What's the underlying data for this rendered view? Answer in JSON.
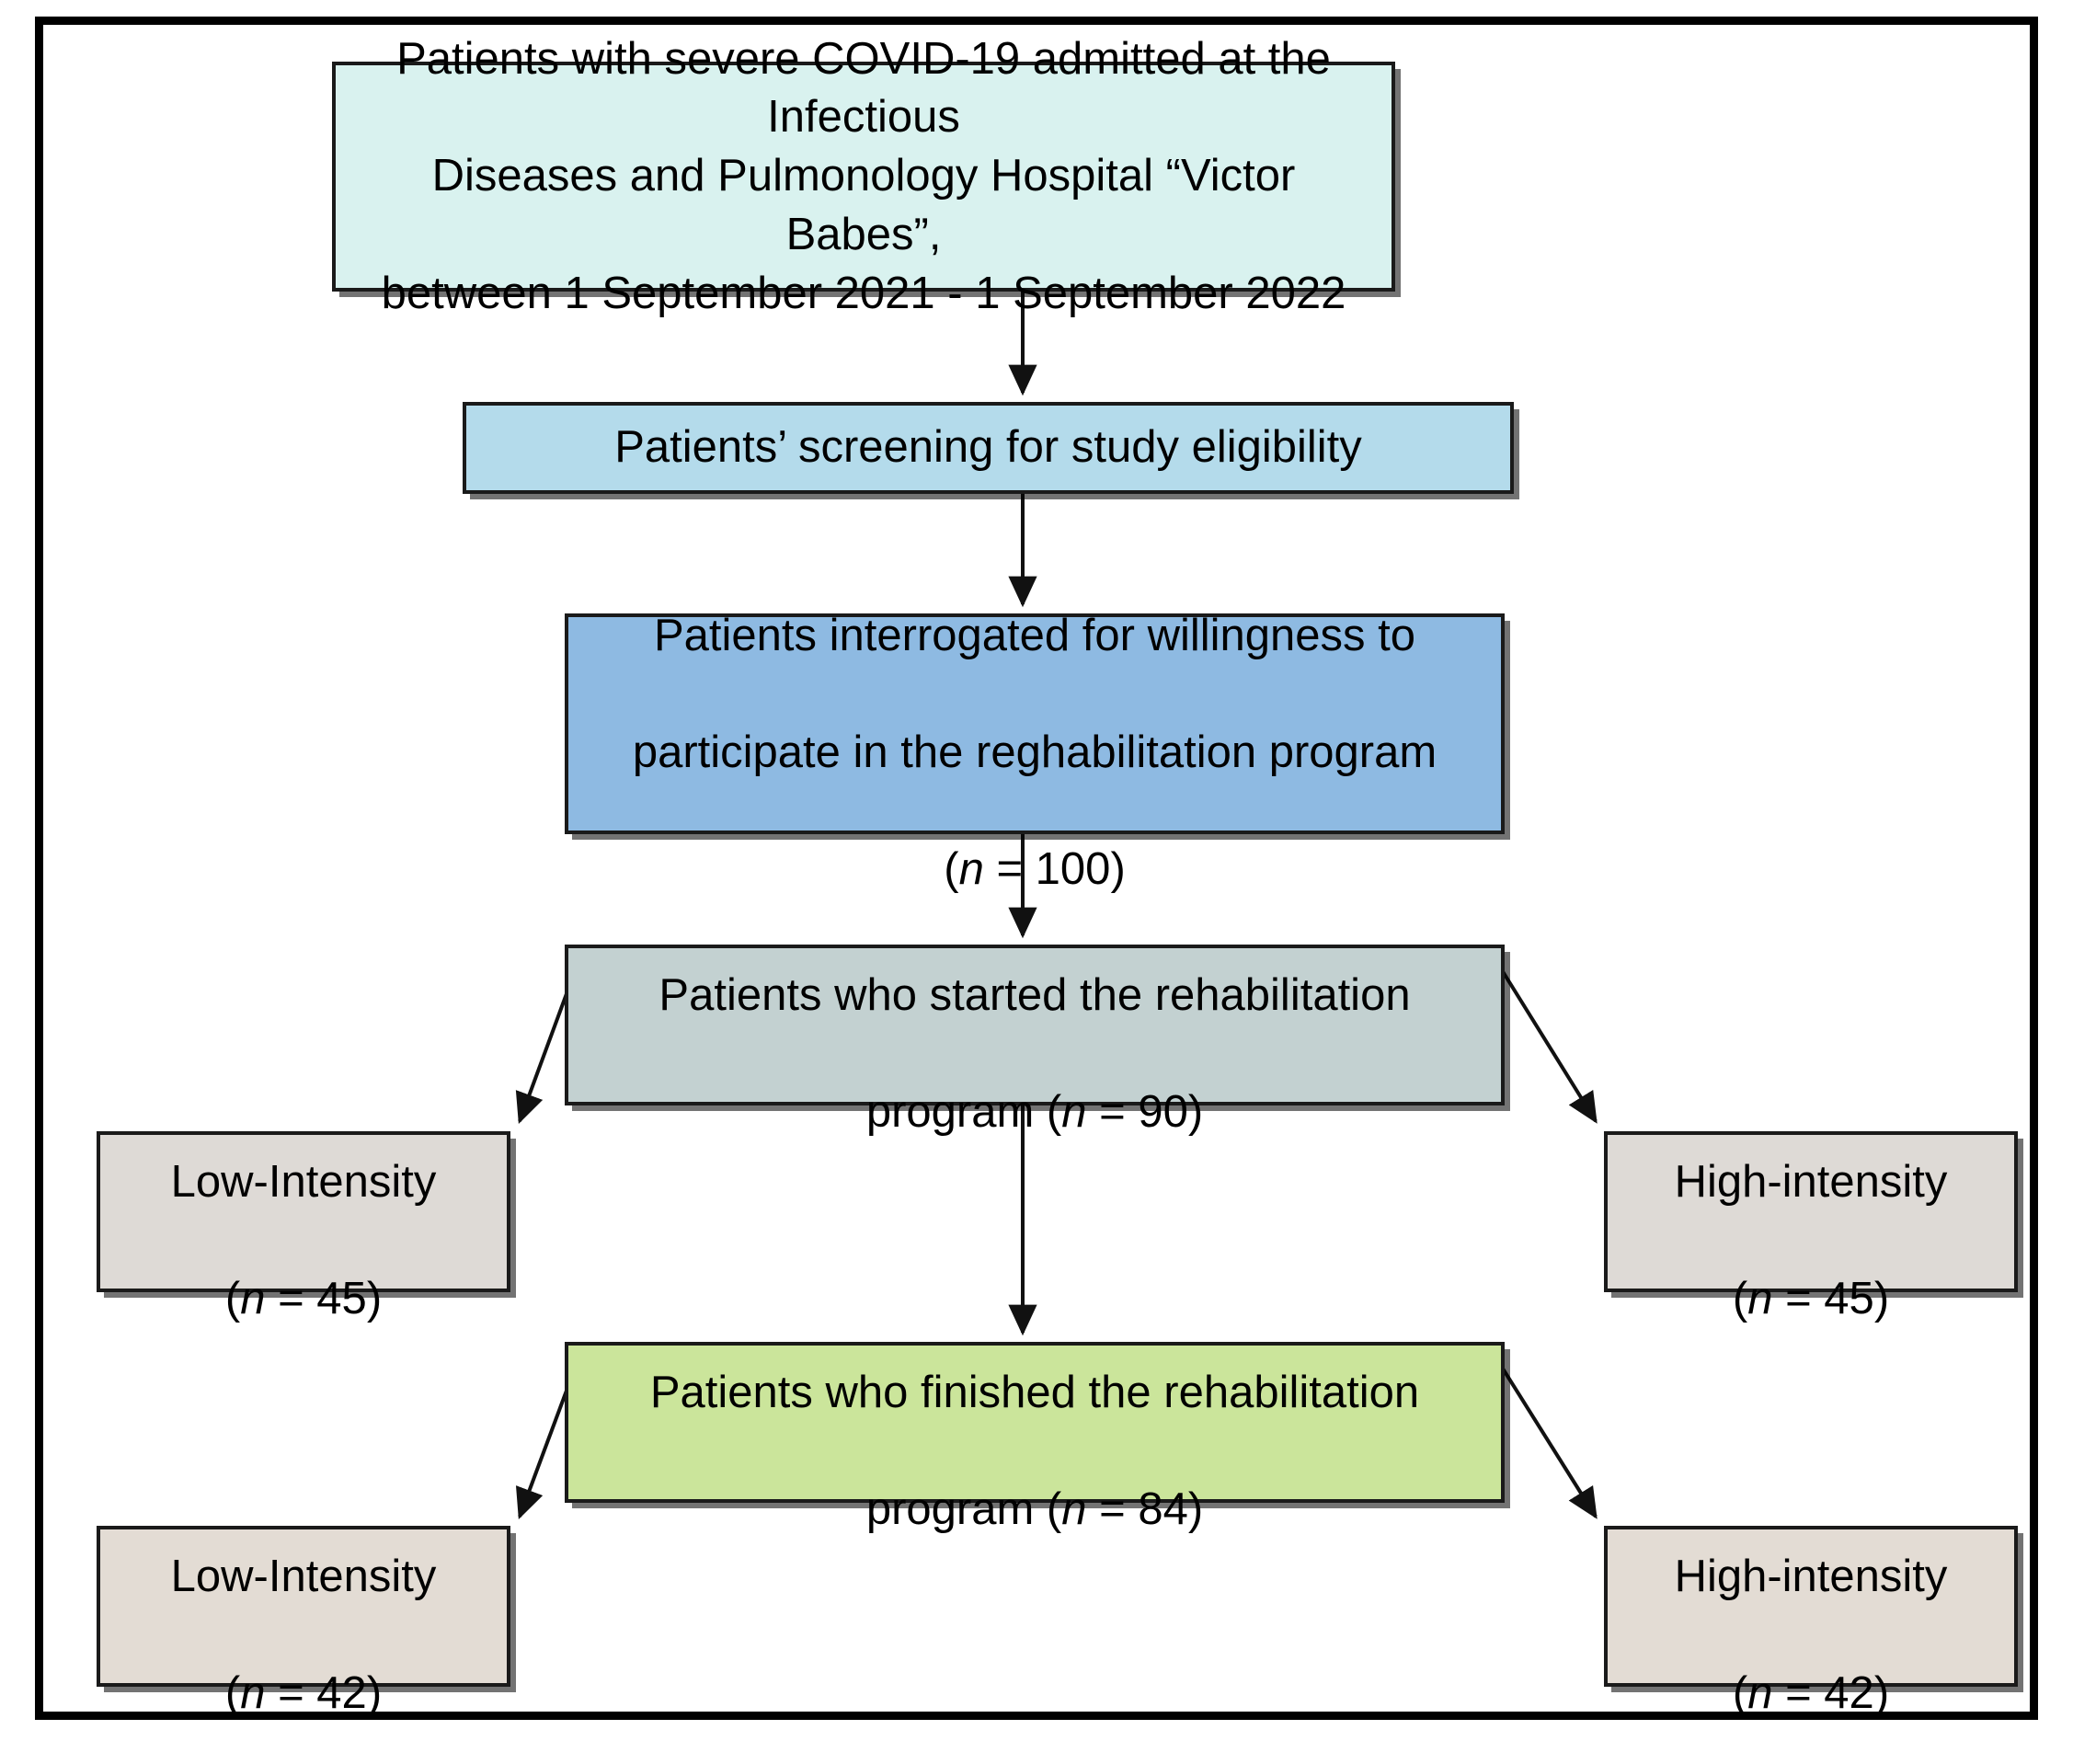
{
  "figure": {
    "type": "flowchart",
    "orientation": "top-to-bottom",
    "border_color": "#000000",
    "background": "#ffffff"
  },
  "nodes": {
    "admitted": {
      "id": "admitted",
      "text": "Patients with severe COVID-19 admitted at the Infectious\nDiseases and Pulmonology Hospital “Victor Babes”,\nbetween 1 September 2021 - 1 September 2022",
      "fill": "#d9f2ef",
      "level": 1
    },
    "screening": {
      "id": "screening",
      "text": "Patients’ screening for study eligibility",
      "fill": "#b4dbeb",
      "level": 2
    },
    "interrogated": {
      "id": "interrogated",
      "line1": "Patients interrogated for willingness to",
      "line2": "participate in the reghabilitation program",
      "paren_open": "(",
      "n_symbol": "n",
      "eq": " = ",
      "count": "100",
      "paren_close": ")",
      "fill": "#8ebae2",
      "level": 3
    },
    "started": {
      "id": "started",
      "line1": "Patients who started the rehabilitation",
      "line2_prefix": "program (",
      "n_symbol": "n",
      "eq": " = ",
      "count": "90",
      "line2_suffix": ")",
      "fill": "#c3d1d1",
      "level": 4
    },
    "low_45": {
      "id": "low_45",
      "label": "Low-Intensity",
      "paren_open": "(",
      "n_symbol": "n",
      "eq": " = ",
      "count": "45",
      "paren_close": ")",
      "fill": "#dedad6",
      "level": 5,
      "side": "left"
    },
    "high_45": {
      "id": "high_45",
      "label": "High-intensity",
      "paren_open": "(",
      "n_symbol": "n",
      "eq": " = ",
      "count": "45",
      "paren_close": ")",
      "fill": "#dedad6",
      "level": 5,
      "side": "right"
    },
    "finished": {
      "id": "finished",
      "line1": "Patients who finished the rehabilitation",
      "line2_prefix": "program (",
      "n_symbol": "n",
      "eq": " = ",
      "count": "84",
      "line2_suffix": ")",
      "fill": "#cbe59b",
      "level": 6
    },
    "low_42": {
      "id": "low_42",
      "label": "Low-Intensity",
      "paren_open": "(",
      "n_symbol": "n",
      "eq": " = ",
      "count": "42",
      "paren_close": ")",
      "fill": "#e3dcd4",
      "level": 7,
      "side": "left"
    },
    "high_42": {
      "id": "high_42",
      "label": "High-intensity",
      "paren_open": "(",
      "n_symbol": "n",
      "eq": " = ",
      "count": "42",
      "paren_close": ")",
      "fill": "#e3dcd4",
      "level": 7,
      "side": "right"
    }
  },
  "edges": [
    {
      "from": "admitted",
      "to": "screening",
      "style": "vertical-arrow"
    },
    {
      "from": "screening",
      "to": "interrogated",
      "style": "vertical-arrow"
    },
    {
      "from": "interrogated",
      "to": "started",
      "style": "vertical-arrow"
    },
    {
      "from": "started",
      "to": "low_45",
      "style": "diagonal-arrow-left"
    },
    {
      "from": "started",
      "to": "high_45",
      "style": "diagonal-arrow-right"
    },
    {
      "from": "started",
      "to": "finished",
      "style": "vertical-arrow"
    },
    {
      "from": "finished",
      "to": "low_42",
      "style": "diagonal-arrow-left"
    },
    {
      "from": "finished",
      "to": "high_42",
      "style": "diagonal-arrow-right"
    }
  ]
}
